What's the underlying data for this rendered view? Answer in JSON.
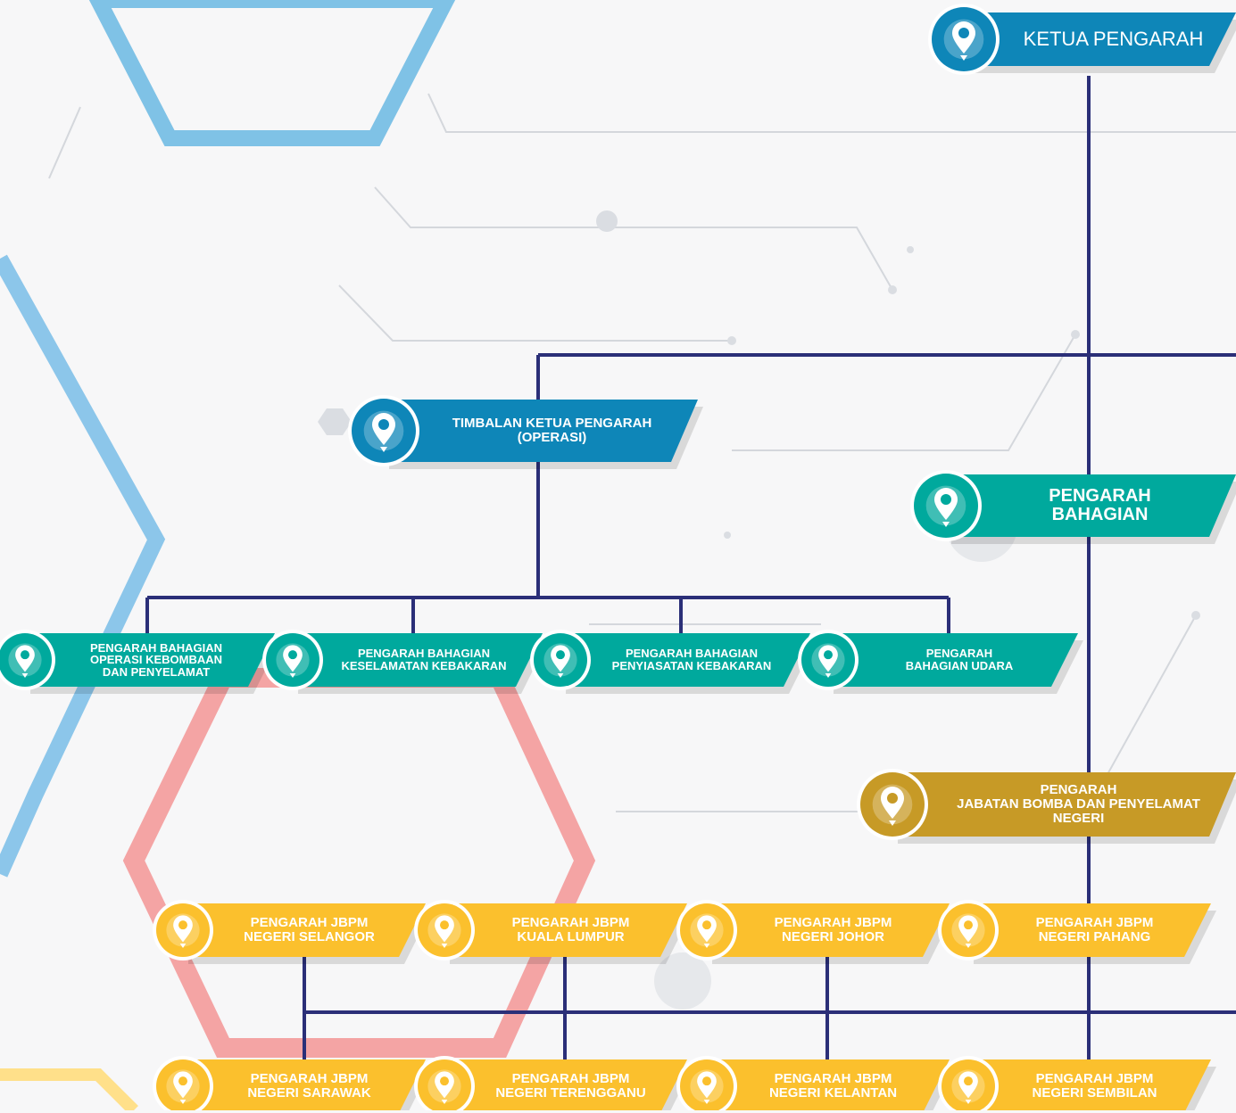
{
  "colors": {
    "blue": "#0e86b8",
    "teal": "#00a99d",
    "gold": "#c79a26",
    "yellow": "#fbc02d",
    "connector": "#2b2f78"
  },
  "icons": {
    "node_icon": "location-pin-icon"
  },
  "nodes": {
    "ketua_pengarah": {
      "lines": [
        "KETUA PENGARAH"
      ]
    },
    "timbalan_operasi": {
      "lines": [
        "TIMBALAN KETUA PENGARAH",
        "(OPERASI)"
      ]
    },
    "pengarah_bahagian": {
      "lines": [
        "PENGARAH",
        "BAHAGIAN"
      ]
    },
    "bahagian_operasi": {
      "lines": [
        "PENGARAH BAHAGIAN",
        "OPERASI KEBOMBAAN",
        "DAN PENYELAMAT"
      ]
    },
    "bahagian_keselamatan": {
      "lines": [
        "PENGARAH BAHAGIAN",
        "KESELAMATAN KEBAKARAN"
      ]
    },
    "bahagian_penyiasatan": {
      "lines": [
        "PENGARAH BAHAGIAN",
        "PENYIASATAN KEBAKARAN"
      ]
    },
    "bahagian_udara": {
      "lines": [
        "PENGARAH",
        "BAHAGIAN UDARA"
      ]
    },
    "jbpm_negeri": {
      "lines": [
        "PENGARAH",
        "JABATAN BOMBA DAN PENYELAMAT",
        "NEGERI"
      ]
    },
    "selangor": {
      "lines": [
        "PENGARAH JBPM",
        "NEGERI SELANGOR"
      ]
    },
    "kuala_lumpur": {
      "lines": [
        "PENGARAH JBPM",
        "KUALA LUMPUR"
      ]
    },
    "johor": {
      "lines": [
        "PENGARAH JBPM",
        "NEGERI JOHOR"
      ]
    },
    "pahang": {
      "lines": [
        "PENGARAH JBPM",
        "NEGERI PAHANG"
      ]
    },
    "sarawak": {
      "lines": [
        "PENGARAH JBPM",
        "NEGERI SARAWAK"
      ]
    },
    "terengganu": {
      "lines": [
        "PENGARAH JBPM",
        "NEGERI TERENGGANU"
      ]
    },
    "kelantan": {
      "lines": [
        "PENGARAH JBPM",
        "NEGERI KELANTAN"
      ]
    },
    "sembilan": {
      "lines": [
        "PENGARAH JBPM",
        "NEGERI SEMBILAN"
      ]
    }
  }
}
